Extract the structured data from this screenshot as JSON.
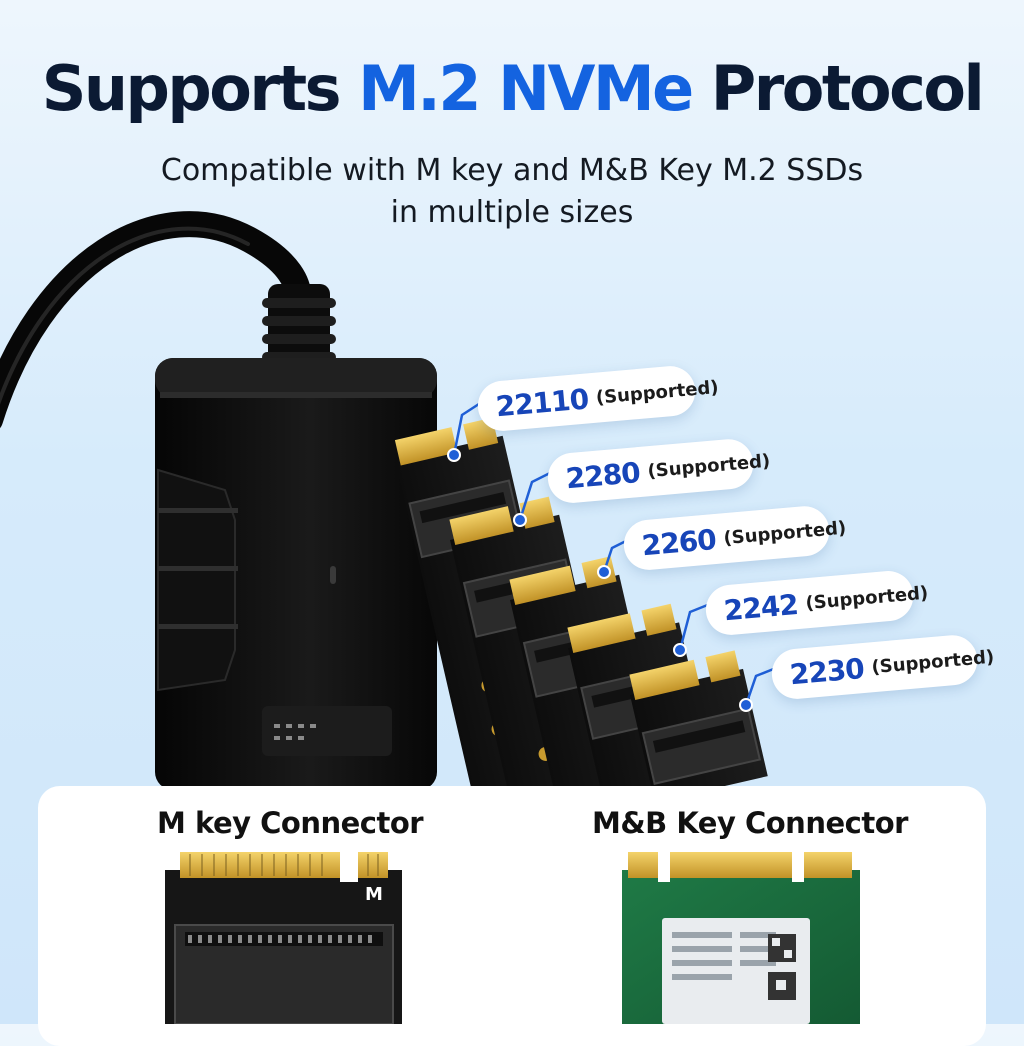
{
  "headline": {
    "part1": "Supports ",
    "accent": "M.2 NVMe",
    "part2": " Protocol",
    "accent_color": "#1463e0"
  },
  "subhead": {
    "line1": "Compatible with M key and M&B Key M.2 SSDs",
    "line2": "in multiple sizes"
  },
  "supported_sizes": [
    {
      "size": "22110",
      "note": "(Supported)"
    },
    {
      "size": "2280",
      "note": "(Supported)"
    },
    {
      "size": "2260",
      "note": "(Supported)"
    },
    {
      "size": "2242",
      "note": "(Supported)"
    },
    {
      "size": "2230",
      "note": "(Supported)"
    }
  ],
  "connectors": {
    "m_key_label": "M key Connector",
    "mb_key_label": "M&B Key Connector",
    "m_key_mark": "M"
  },
  "colors": {
    "size_text": "#1745b8",
    "callout_line": "#1f5fd6",
    "background": "#d6ebfb"
  }
}
